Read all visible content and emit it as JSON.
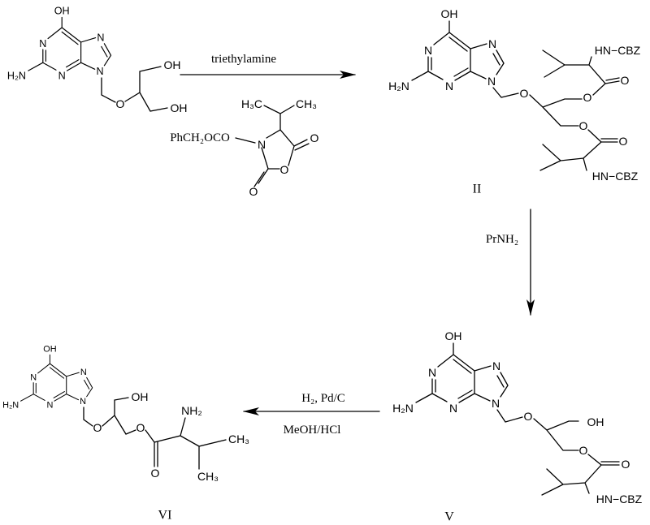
{
  "atoms": {
    "oh": "OH",
    "n": "N",
    "h2n": "H₂N",
    "o": "O",
    "hn_cbz": "HN−CBZ",
    "nh2": "NH₂",
    "ch3": "CH₃",
    "h3c": "H₃C",
    "cbz_reagent": "PhCH₂OCO"
  },
  "reagents": {
    "step1": "triethylamine",
    "step2": "PrNH₂",
    "step3_top": "H₂, Pd/C",
    "step3_bottom": "MeOH/HCl"
  },
  "compounds": {
    "ii": "II",
    "v": "V",
    "vi": "VI"
  }
}
